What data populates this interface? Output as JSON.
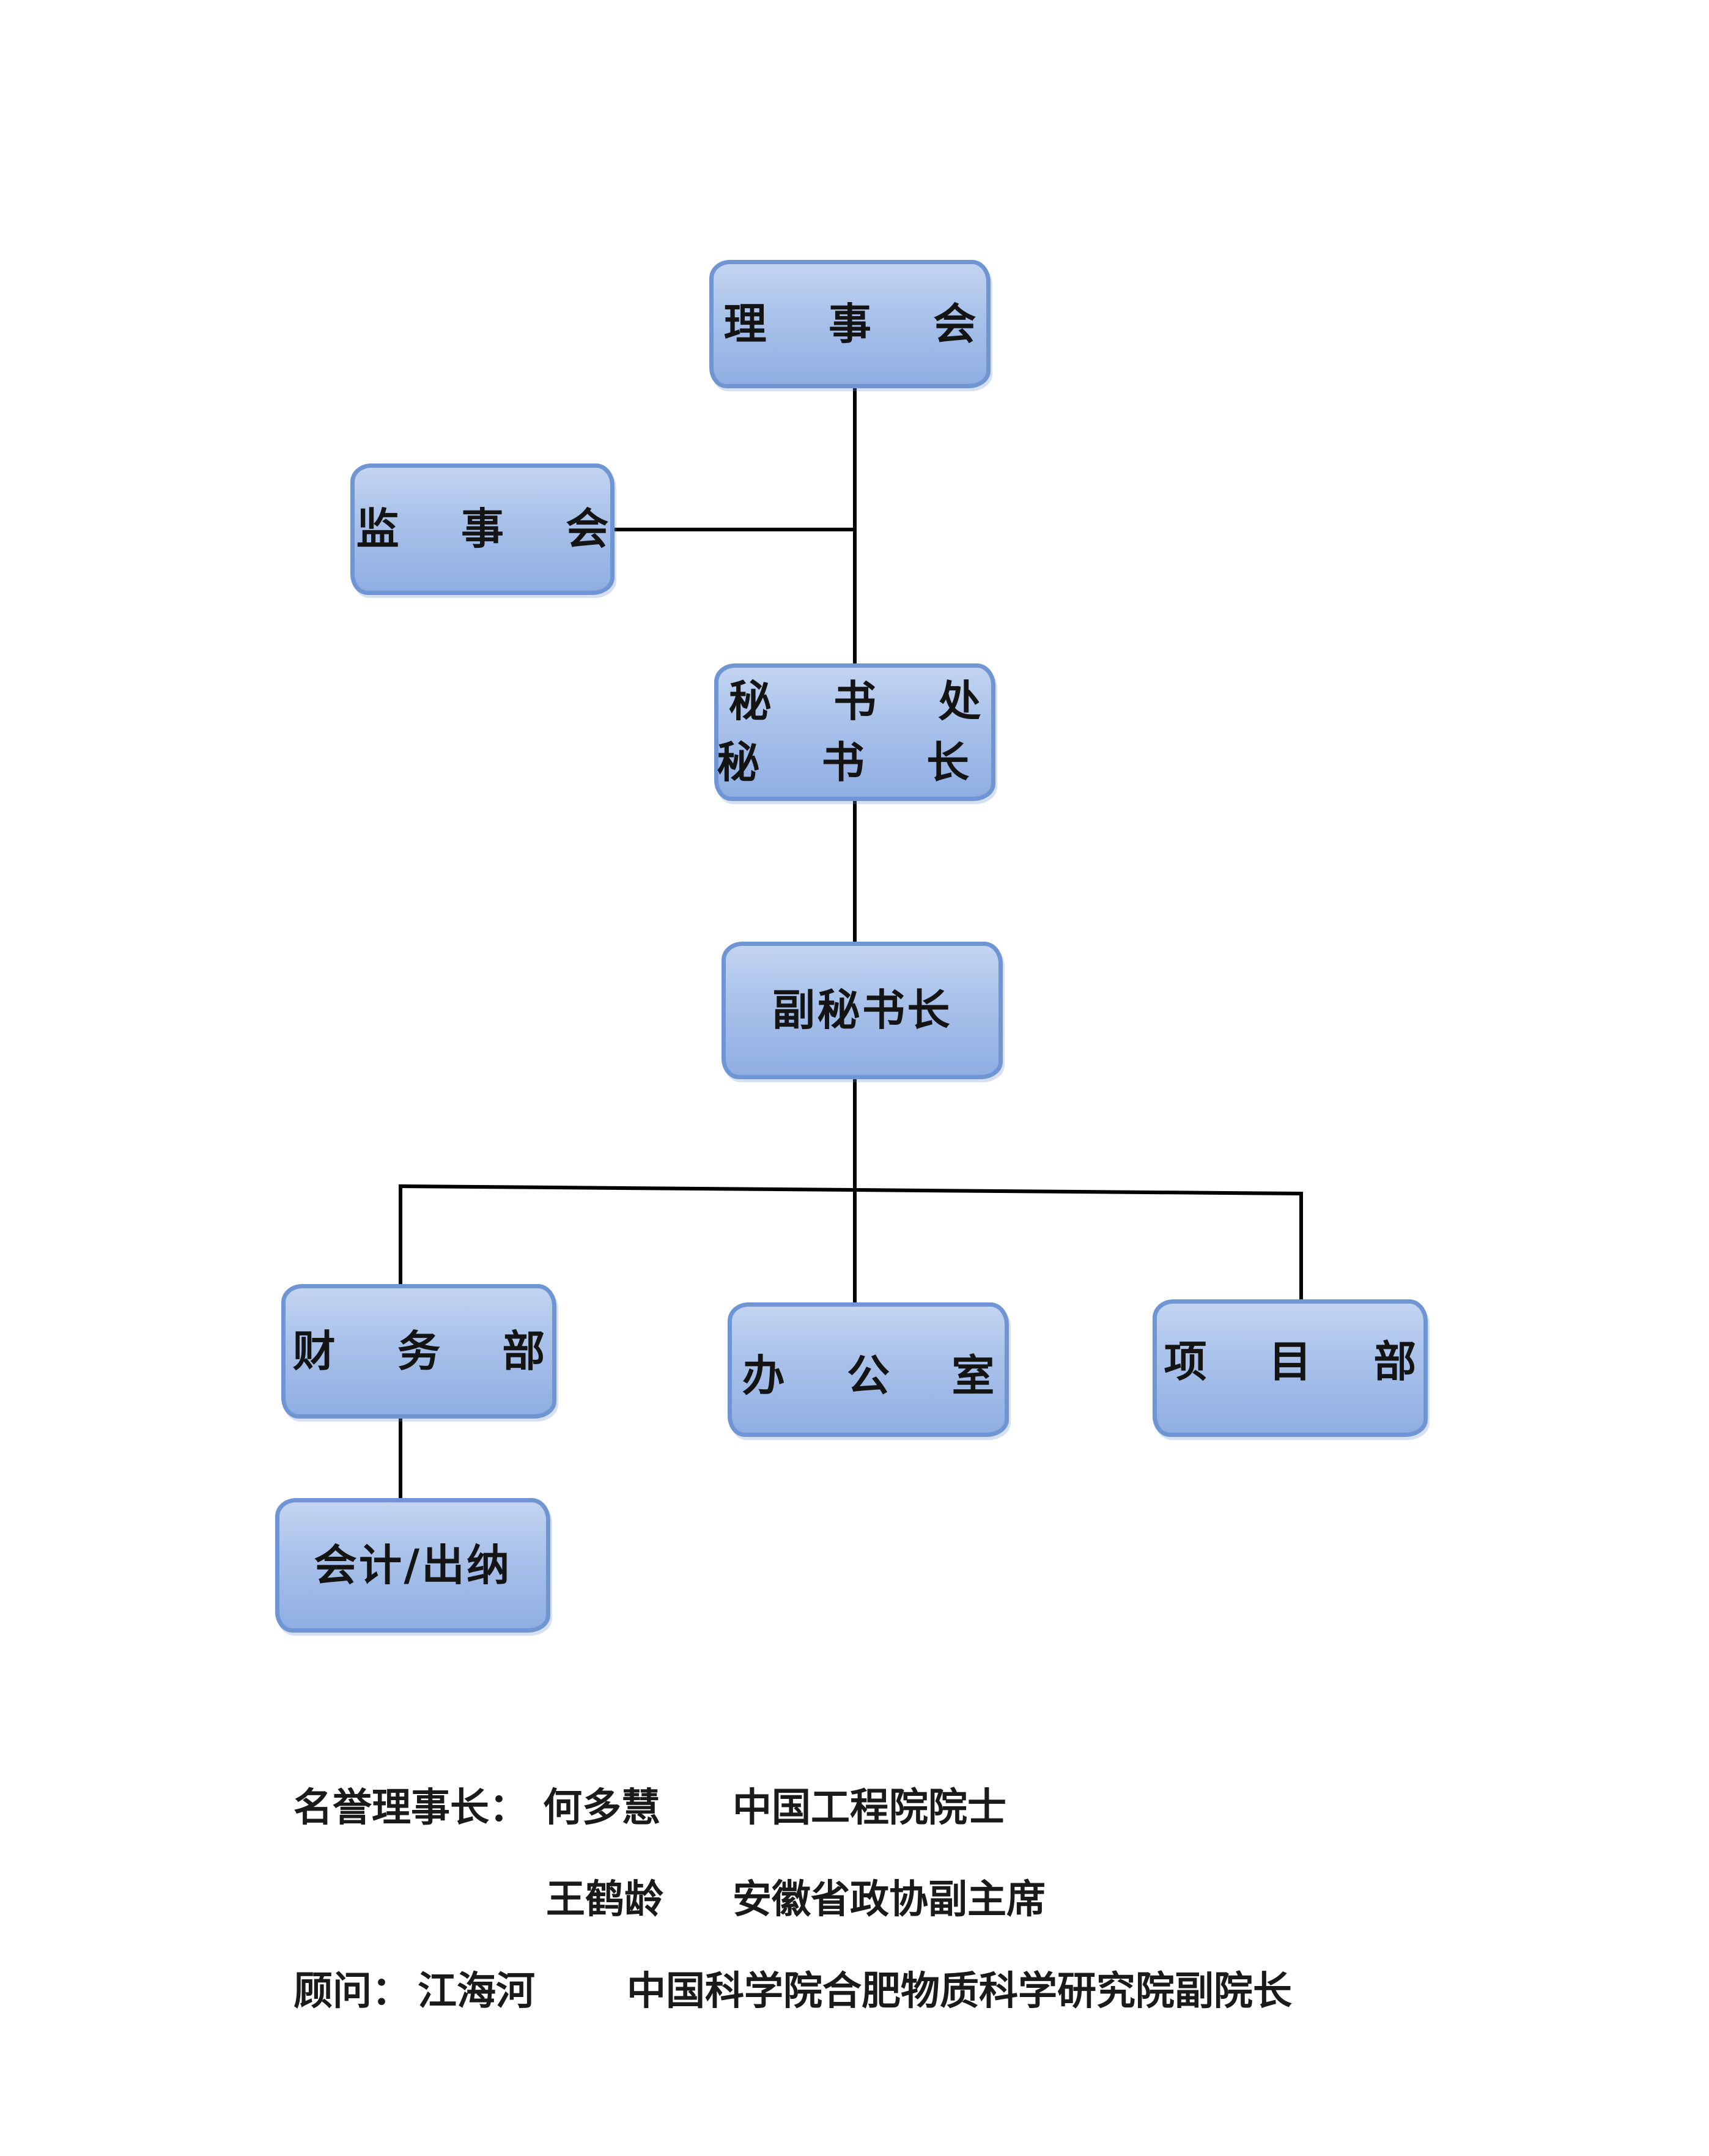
{
  "nodes": {
    "board": "理 事 会",
    "supervisory_board": "监 事 会",
    "secretariat": "秘 书 处\n秘 书 长",
    "deputy_secretary_general": "副秘书长",
    "finance_dept": "财 务 部",
    "office": "办 公 室",
    "project_dept": "项 目 部",
    "accounting_cashier": "会计/出纳"
  },
  "notes": {
    "honorary_label": "名誉理事长：",
    "honorary_1_name": "何多慧",
    "honorary_1_title": "中国工程院院士",
    "honorary_2_name": "王鹤龄",
    "honorary_2_title": "安徽省政协副主席",
    "advisor_label": "顾问：",
    "advisor_name": "江海河",
    "advisor_title": "中国科学院合肥物质科学研究院副院长"
  },
  "colors": {
    "node_fill": "#a8c1ea",
    "node_border": "#6f95d3",
    "line": "#000000"
  }
}
